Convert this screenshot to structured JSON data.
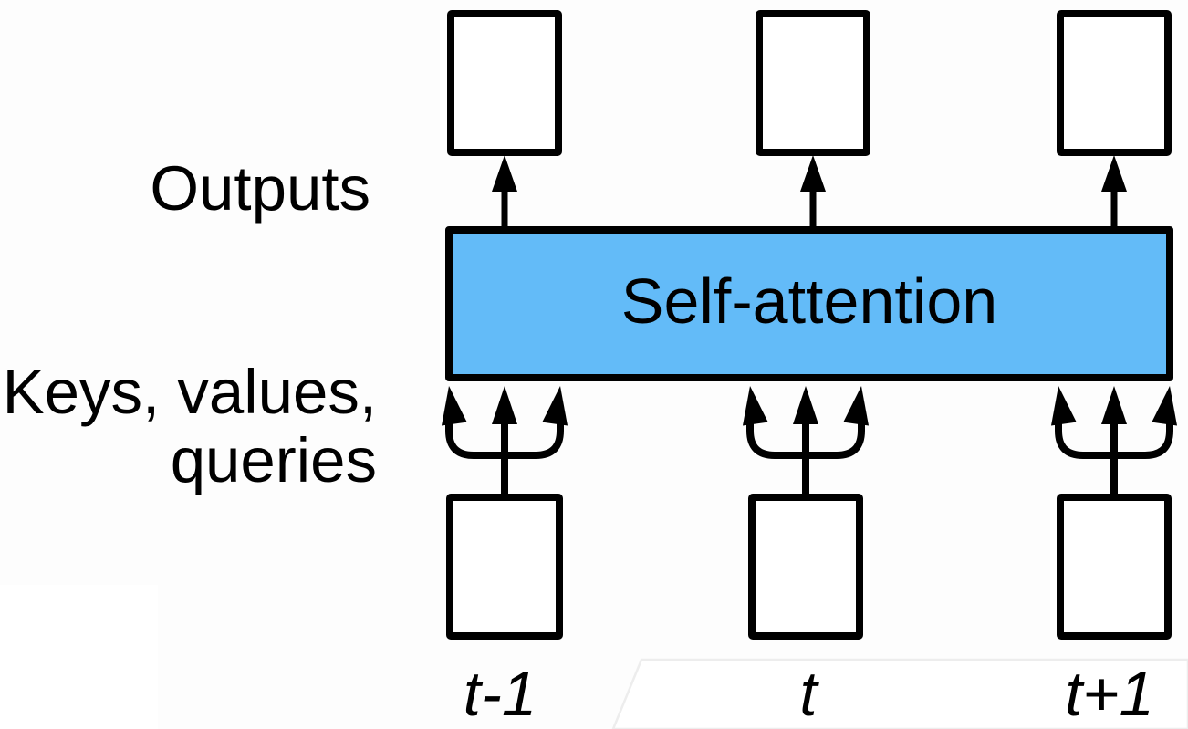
{
  "diagram": {
    "kind": "self-attention layer diagram",
    "attention_block": {
      "label": "Self-attention",
      "fill_color": "#63BBF8",
      "border_color": "#000000"
    },
    "labels": {
      "outputs": "Outputs",
      "inputs_line1": "Keys, values,",
      "inputs_line2": "queries"
    },
    "timesteps": [
      {
        "label": "t-1"
      },
      {
        "label": "t"
      },
      {
        "label": "t+1"
      }
    ],
    "colors": {
      "background": "#FDFDFD",
      "box_fill": "#FFFFFF",
      "line_color": "#000000",
      "artifact_line": "#EDEDED",
      "artifact_fill": "#FFFFFF"
    }
  }
}
